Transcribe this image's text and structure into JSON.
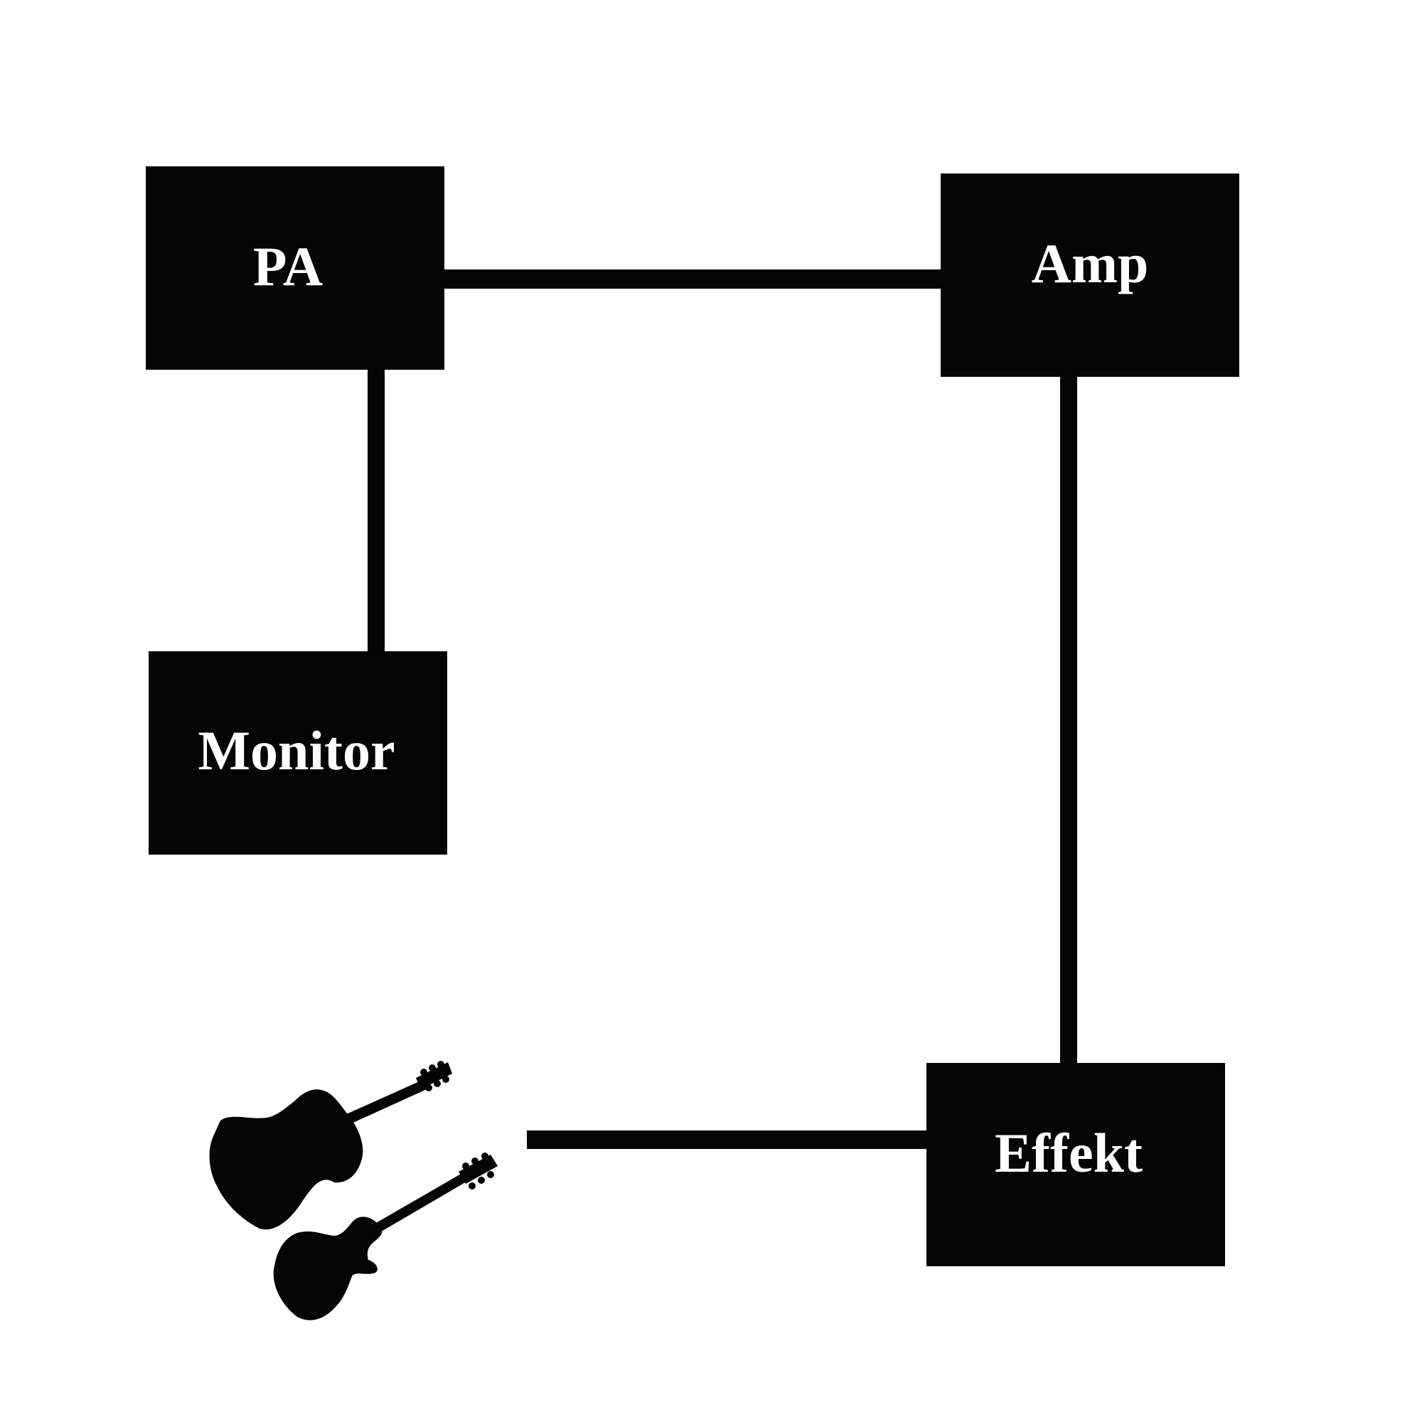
{
  "diagram": {
    "nodes": {
      "pa": {
        "label": "PA"
      },
      "amp": {
        "label": "Amp"
      },
      "monitor": {
        "label": "Monitor"
      },
      "effekt": {
        "label": "Effekt"
      }
    },
    "edges": [
      {
        "from": "pa",
        "to": "amp"
      },
      {
        "from": "pa",
        "to": "monitor"
      },
      {
        "from": "amp",
        "to": "effekt"
      },
      {
        "from": "guitars",
        "to": "effekt"
      }
    ],
    "icons": {
      "guitars": "guitar-icon"
    },
    "colors": {
      "background": "#ffffff",
      "box_fill": "#050505",
      "box_text": "#ffffff",
      "line": "#050505"
    }
  }
}
